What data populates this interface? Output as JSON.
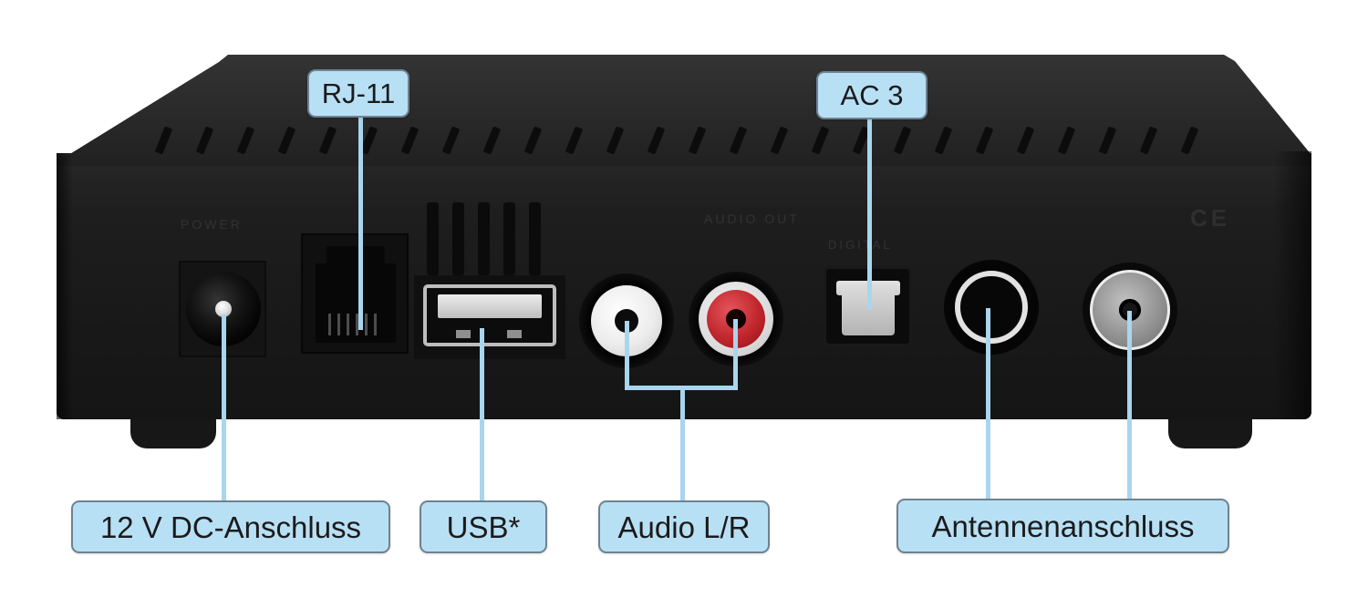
{
  "callouts": {
    "rj11": {
      "label": "RJ-11"
    },
    "ac3": {
      "label": "AC 3"
    },
    "dc_power": {
      "label": "12 V DC-Anschluss"
    },
    "usb": {
      "label": "USB*"
    },
    "audio_lr": {
      "label": "Audio L/R"
    },
    "antenna": {
      "label": "Antennenanschluss"
    }
  },
  "panel_markings": {
    "power": "POWER",
    "audio_out": "AUDIO OUT",
    "digital": "DIGITAL",
    "ce": "CE"
  },
  "colors": {
    "label_fill": "#b8e0f5",
    "label_border": "#6f8291",
    "callout_line": "#a9d5ee",
    "label_text": "#1b1b1b",
    "background": "#ffffff",
    "device_body": "#1e1e1e"
  }
}
